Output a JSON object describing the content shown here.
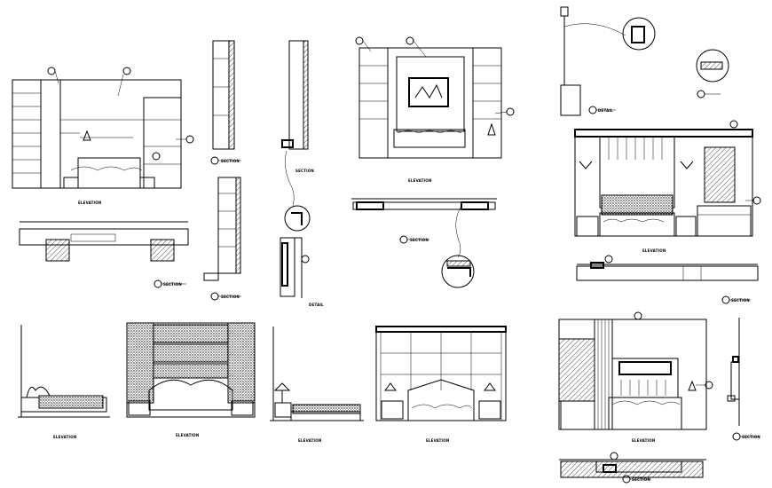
{
  "drawing_labels": {
    "elevation_text": "ELEVATION",
    "section_text": "SECTION",
    "detail_text": "DETAIL"
  },
  "colors": {
    "line": "#000000",
    "paper": "#ffffff"
  }
}
